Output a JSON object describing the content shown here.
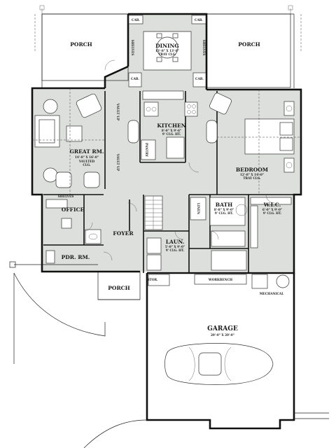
{
  "plan": {
    "porch_left": "PORCH",
    "porch_right": "PORCH",
    "porch_front": "PORCH",
    "dining": {
      "name": "DINING",
      "dims": "13'-8\" X 13'-8\"",
      "note": "TRAY CLG."
    },
    "kitchen": {
      "name": "KITCHEN",
      "dims": "8'-0\" X 9'-6\"",
      "note": "9' CLG. HT."
    },
    "great_room": {
      "name": "GREAT RM.",
      "dims": "14'-8\" X 16'-0\"",
      "note1": "VAULTED",
      "note2": "CLG."
    },
    "bedroom": {
      "name": "BEDROOM",
      "dims": "12'-8\" X 14'-0\"",
      "note": "TRAY CLG."
    },
    "bath": {
      "name": "BATH",
      "dims": "8'-8\" X 9'-0\"",
      "note": "9' CLG. HT."
    },
    "wic": {
      "name": "W.I.C.",
      "dims": "6'-0\" X 9'-0\"",
      "note": "9' CLG. HT."
    },
    "office": {
      "name": "OFFICE"
    },
    "foyer": {
      "name": "FOYER"
    },
    "laundry": {
      "name": "LAUN.",
      "dims": "5'-0\" X 9'-0\"",
      "note": "9' CLG. HT."
    },
    "powder": {
      "name": "PDR. RM."
    },
    "garage": {
      "name": "GARAGE",
      "dims": "20'-0\" X 20'-0\""
    },
    "labels": {
      "cab": "CAB.",
      "shelves": "SHELVES",
      "vault_up": "VAULT UP",
      "pantry": "PANTRY",
      "linen": "LINEN",
      "stor": "STOR.",
      "workbench": "WORKBENCH",
      "mechanical": "MECHANICAL"
    }
  }
}
